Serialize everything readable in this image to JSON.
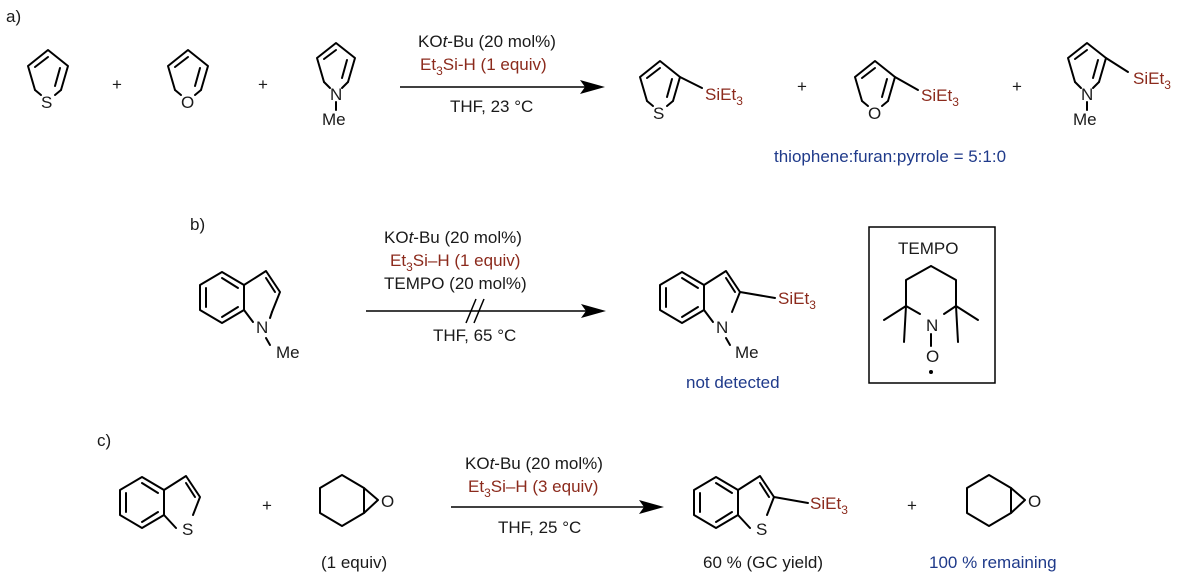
{
  "panel_a": {
    "label": "a)",
    "plus": "+",
    "atom_S": "S",
    "atom_O": "O",
    "atom_N": "N",
    "me": "Me",
    "reagent_base_prefix": "KO",
    "reagent_base_italic": "t",
    "reagent_base_suffix": "-Bu (20 mol%)",
    "silane_et": "Et",
    "silane_sub": "3",
    "silane_rest": "Si-H (1 equiv)",
    "conditions": "THF, 23 °C",
    "product_group": "SiEt",
    "product_sub": "3",
    "ratio": "thiophene:furan:pyrrole = 5:1:0"
  },
  "panel_b": {
    "label": "b)",
    "atom_N": "N",
    "me": "Me",
    "reagent_base_prefix": "KO",
    "reagent_base_italic": "t",
    "reagent_base_suffix": "-Bu (20 mol%)",
    "silane_et": "Et",
    "silane_sub": "3",
    "silane_rest": "Si–H (1 equiv)",
    "additive": "TEMPO (20 mol%)",
    "conditions": "THF, 65 °C",
    "product_group": "SiEt",
    "product_sub": "3",
    "result": "not detected",
    "tempo_title": "TEMPO",
    "tempo_N": "N",
    "tempo_O": "O"
  },
  "panel_c": {
    "label": "c)",
    "plus": "+",
    "atom_S": "S",
    "atom_O": "O",
    "epoxide_amount": "(1 equiv)",
    "reagent_base_prefix": "KO",
    "reagent_base_italic": "t",
    "reagent_base_suffix": "-Bu (20 mol%)",
    "silane_et": "Et",
    "silane_sub": "3",
    "silane_rest": "Si–H (3 equiv)",
    "conditions": "THF, 25 °C",
    "product_group": "SiEt",
    "product_sub": "3",
    "yield": "60 % (GC yield)",
    "remaining": "100 % remaining"
  },
  "colors": {
    "reagent_red": "#8b2a1c",
    "note_blue": "#1f3a8a"
  }
}
